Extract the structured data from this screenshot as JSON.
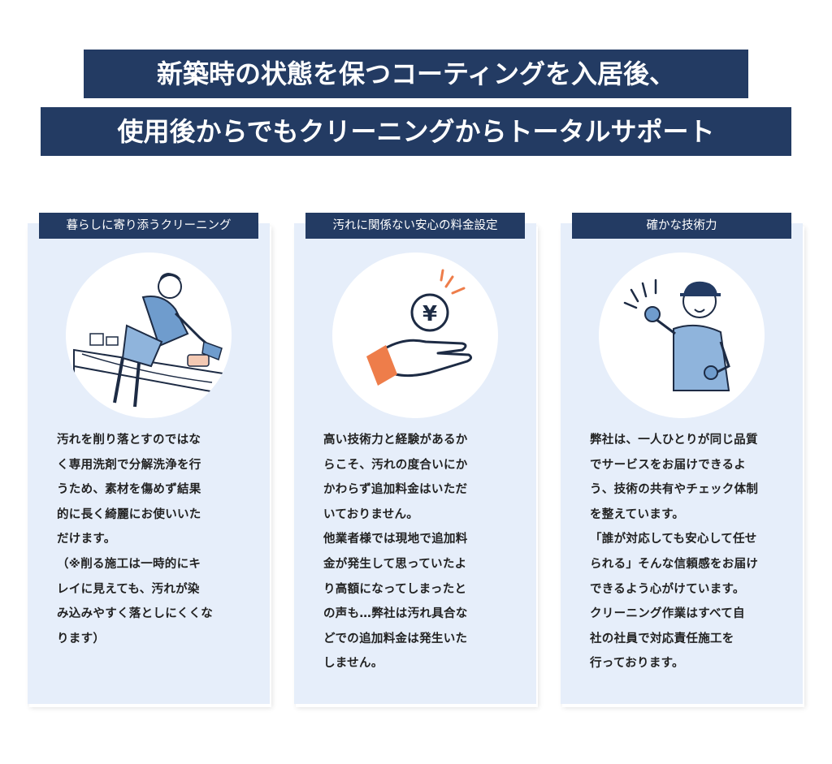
{
  "headline": {
    "line1": "新築時の状態を保つコーティングを入居後、",
    "line2": "使用後からでもクリーニングからトータルサポート"
  },
  "colors": {
    "navy": "#233b63",
    "card_bg": "#e6eefa",
    "accent_orange": "#ee7d4a"
  },
  "cards": [
    {
      "label": "暮らしに寄り添うクリーニング",
      "icon": "cleaning-woman-icon",
      "lines": [
        "汚れを削り落とすのではな",
        "く専用洗剤で分解洗浄を行",
        "うため、素材を傷めず結果",
        "的に長く綺麗にお使いいた",
        "だけます。",
        "（※削る施工は一時的にキ",
        "レイに見えても、汚れが染",
        "み込みやすく落としにくくな",
        "ります）"
      ]
    },
    {
      "label": "汚れに関係ない安心の料金設定",
      "icon": "yen-coin-hand-icon",
      "coin_symbol": "¥",
      "lines": [
        "高い技術力と経験があるか",
        "らこそ、汚れの度合いにか",
        "かわらず追加料金はいただ",
        "いておりません。",
        "他業者様では現地で追加料",
        "金が発生して思っていたよ",
        "り高額になってしまったと",
        "の声も…弊社は汚れ具合な",
        "どでの追加料金は発生いた",
        "しません。"
      ]
    },
    {
      "label": "確かな技術力",
      "icon": "ok-sign-worker-icon",
      "lines": [
        "弊社は、一人ひとりが同じ品質",
        "でサービスをお届けできるよ",
        "う、技術の共有やチェック体制",
        "を整えています。",
        "「誰が対応しても安心して任せ",
        "られる」そんな信頼感をお届け",
        "できるよう心がけています。",
        "クリーニング作業はすべて自",
        "社の社員で対応責任施工を",
        "行っております。"
      ]
    }
  ]
}
